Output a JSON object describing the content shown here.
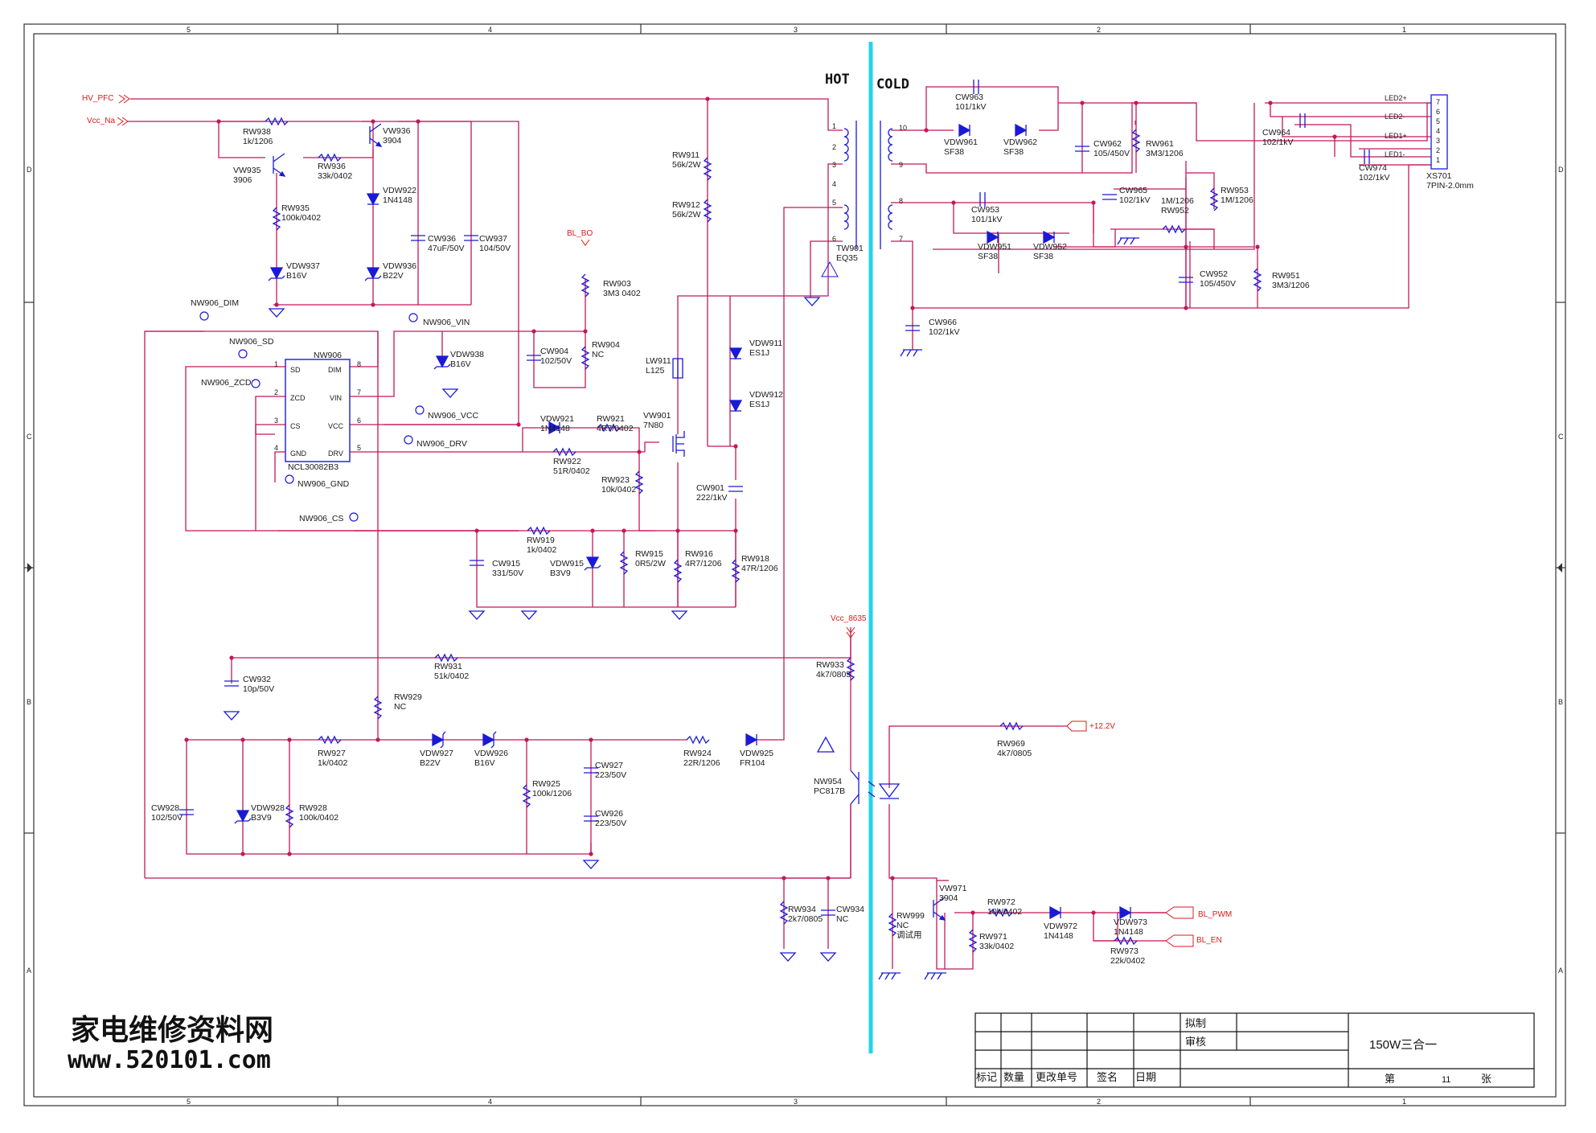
{
  "border": {
    "top_numbers": [
      "5",
      "4",
      "3",
      "2",
      "1"
    ],
    "bottom_numbers": [
      "5",
      "4",
      "3",
      "2",
      "1"
    ],
    "left_letters": [
      "D",
      "C",
      "B",
      "A"
    ],
    "right_letters": [
      "D",
      "C",
      "B",
      "A"
    ]
  },
  "isolation": {
    "hot": "HOT",
    "cold": "COLD"
  },
  "nets": {
    "hv_pfc": "HV_PFC",
    "vcc_na": "Vcc_Na",
    "bl_bo": "BL_BO",
    "vcc_8635": "Vcc_8635",
    "v12": "+12.2V",
    "bl_pwm": "BL_PWM",
    "bl_en": "BL_EN",
    "led2p": "LED2+",
    "led2m": "LED2-",
    "led1p": "LED1+",
    "led1m": "LED1-"
  },
  "testpoints": [
    "NW906_DIM",
    "NW906_SD",
    "NW906_ZCD",
    "NW906_VIN",
    "NW906_VCC",
    "NW906_DRV",
    "NW906_GND",
    "NW906_CS"
  ],
  "ic": {
    "ref": "NW906",
    "part": "NCL30082B3",
    "left_pins": [
      {
        "n": "1",
        "name": "SD"
      },
      {
        "n": "2",
        "name": "ZCD"
      },
      {
        "n": "3",
        "name": "CS"
      },
      {
        "n": "4",
        "name": "GND"
      }
    ],
    "right_pins": [
      {
        "n": "8",
        "name": "DIM"
      },
      {
        "n": "7",
        "name": "VIN"
      },
      {
        "n": "6",
        "name": "VCC"
      },
      {
        "n": "5",
        "name": "DRV"
      }
    ]
  },
  "labels": {
    "RW938": [
      "RW938",
      "1k/1206"
    ],
    "VW936": [
      "VW936",
      "3904"
    ],
    "VW935": [
      "VW935",
      "3906"
    ],
    "RW936": [
      "RW936",
      "33k/0402"
    ],
    "RW935": [
      "RW935",
      "100k/0402"
    ],
    "VDW922": [
      "VDW922",
      "1N4148"
    ],
    "CW936": [
      "CW936",
      "47uF/50V"
    ],
    "CW937": [
      "CW937",
      "104/50V"
    ],
    "VDW937": [
      "VDW937",
      "B16V"
    ],
    "VDW936": [
      "VDW936",
      "B22V"
    ],
    "RW903": [
      "RW903",
      "3M3 0402"
    ],
    "CW904": [
      "CW904",
      "102/50V"
    ],
    "RW904": [
      "RW904",
      "NC"
    ],
    "VDW938": [
      "VDW938",
      "B16V"
    ],
    "RW911": [
      "RW911",
      "56k/2W"
    ],
    "RW912": [
      "RW912",
      "56k/2W"
    ],
    "TW901": [
      "TW901",
      "EQ35"
    ],
    "LW911": [
      "LW911",
      "L125"
    ],
    "VDW911": [
      "VDW911",
      "ES1J"
    ],
    "VDW912": [
      "VDW912",
      "ES1J"
    ],
    "VW901": [
      "VW901",
      "7N80"
    ],
    "VDW921": [
      "VDW921",
      "1N4148"
    ],
    "RW921": [
      "RW921",
      "4R7/0402"
    ],
    "RW922": [
      "RW922",
      "51R/0402"
    ],
    "RW923": [
      "RW923",
      "10k/0402"
    ],
    "CW901": [
      "CW901",
      "222/1kV"
    ],
    "RW919": [
      "RW919",
      "1k/0402"
    ],
    "CW915": [
      "CW915",
      "331/50V"
    ],
    "VDW915": [
      "VDW915",
      "B3V9"
    ],
    "RW915": [
      "RW915",
      "0R5/2W"
    ],
    "RW916": [
      "RW916",
      "4R7/1206"
    ],
    "RW918": [
      "RW918",
      "47R/1206"
    ],
    "CW932": [
      "CW932",
      "10p/50V"
    ],
    "RW931": [
      "RW931",
      "51k/0402"
    ],
    "RW929": [
      "RW929",
      "NC"
    ],
    "RW933": [
      "RW933",
      "4k7/0805"
    ],
    "RW927": [
      "RW927",
      "1k/0402"
    ],
    "VDW927": [
      "VDW927",
      "B22V"
    ],
    "VDW926": [
      "VDW926",
      "B16V"
    ],
    "RW924": [
      "RW924",
      "22R/1206"
    ],
    "VDW925": [
      "VDW925",
      "FR104"
    ],
    "RW925": [
      "RW925",
      "100k/1206"
    ],
    "CW927": [
      "CW927",
      "223/50V"
    ],
    "CW926": [
      "CW926",
      "223/50V"
    ],
    "CW928": [
      "CW928",
      "102/50V"
    ],
    "VDW928": [
      "VDW928",
      "B3V9"
    ],
    "RW928": [
      "RW928",
      "100k/0402"
    ],
    "NW954": [
      "NW954",
      "PC817B"
    ],
    "RW934": [
      "RW934",
      "2k7/0805"
    ],
    "CW934": [
      "CW934",
      "NC"
    ],
    "RW999": [
      "RW999",
      "NC",
      "调试用"
    ],
    "VW971": [
      "VW971",
      "3904"
    ],
    "RW972": [
      "RW972",
      "10k/0402"
    ],
    "RW971": [
      "RW971",
      "33k/0402"
    ],
    "VDW972": [
      "VDW972",
      "1N4148"
    ],
    "VDW973": [
      "VDW973",
      "1N4148"
    ],
    "RW973": [
      "RW973",
      "22k/0402"
    ],
    "RW969": [
      "RW969",
      "4k7/0805"
    ],
    "CW963": [
      "CW963",
      "101/1kV"
    ],
    "VDW961": [
      "VDW961",
      "SF38"
    ],
    "VDW962": [
      "VDW962",
      "SF38"
    ],
    "CW962": [
      "CW962",
      "105/450V"
    ],
    "RW961": [
      "RW961",
      "3M3/1206"
    ],
    "CW964": [
      "CW964",
      "102/1kV"
    ],
    "CW974": [
      "CW974",
      "102/1kV"
    ],
    "XS701": [
      "XS701",
      "7PIN-2.0mm"
    ],
    "CW965": [
      "CW965",
      "102/1kV"
    ],
    "RW952": [
      "1M/1206",
      "RW952"
    ],
    "RW953": [
      "RW953",
      "1M/1206"
    ],
    "CW953": [
      "CW953",
      "101/1kV"
    ],
    "VDW951": [
      "VDW951",
      "SF38"
    ],
    "VDW952": [
      "VDW952",
      "SF38"
    ],
    "CW952": [
      "CW952",
      "105/450V"
    ],
    "RW951": [
      "RW951",
      "3M3/1206"
    ],
    "CW966": [
      "CW966",
      "102/1kV"
    ]
  },
  "connector_pins": [
    "7",
    "6",
    "5",
    "4",
    "3",
    "2",
    "1"
  ],
  "transformer_pins": {
    "primary": [
      "1",
      "2",
      "3",
      "4",
      "5",
      "6"
    ],
    "secondary": [
      "10",
      "9",
      "8",
      "7"
    ]
  },
  "title_block": {
    "drafted": "拟制",
    "reviewed": "审核",
    "title": "150W三合一",
    "col_mark": "标记",
    "col_qty": "数量",
    "col_change": "更改单号",
    "col_sign": "签名",
    "col_date": "日期",
    "sheet_prefix": "第",
    "sheet_no": "11",
    "sheet_suffix": "张"
  },
  "watermark": {
    "cn": "家电维修资料网",
    "url": "www.520101.com"
  },
  "colors": {
    "wire": "#c2185b",
    "symbol": "#1a1ad6",
    "net": "#d81b1b",
    "isolation": "#22d3ee",
    "border": "#333333"
  }
}
